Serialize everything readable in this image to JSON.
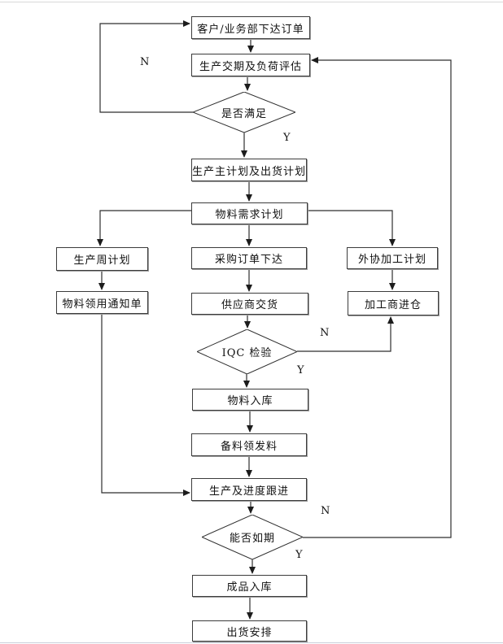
{
  "flow": {
    "nodes": [
      {
        "id": "customer-order",
        "type": "process",
        "label": "客户/业务部下达订单"
      },
      {
        "id": "capacity-eval",
        "type": "process",
        "label": "生产交期及负荷评估"
      },
      {
        "id": "satisfied",
        "type": "decision",
        "label": "是否满足"
      },
      {
        "id": "master-plan",
        "type": "process",
        "label": "生产主计划及出货计划"
      },
      {
        "id": "mrp",
        "type": "process",
        "label": "物料需求计划"
      },
      {
        "id": "weekly-plan",
        "type": "process",
        "label": "生产周计划"
      },
      {
        "id": "purchase-order",
        "type": "process",
        "label": "采购订单下达"
      },
      {
        "id": "outsource-plan",
        "type": "process",
        "label": "外协加工计划"
      },
      {
        "id": "material-notice",
        "type": "process",
        "label": "物料领用通知单"
      },
      {
        "id": "supplier-delivery",
        "type": "process",
        "label": "供应商交货"
      },
      {
        "id": "processor-inbound",
        "type": "process",
        "label": "加工商进仓"
      },
      {
        "id": "iqc-check",
        "type": "decision",
        "label": "IQC 检验"
      },
      {
        "id": "material-inbound",
        "type": "process",
        "label": "物料入库"
      },
      {
        "id": "material-issue",
        "type": "process",
        "label": "备料领发料"
      },
      {
        "id": "production-follow",
        "type": "process",
        "label": "生产及进度跟进"
      },
      {
        "id": "on-schedule",
        "type": "decision",
        "label": "能否如期"
      },
      {
        "id": "finished-inbound",
        "type": "process",
        "label": "成品入库"
      },
      {
        "id": "shipment",
        "type": "process",
        "label": "出货安排"
      }
    ],
    "branch_labels": {
      "satisfied_no": "N",
      "satisfied_yes": "Y",
      "iqc_no": "N",
      "iqc_yes": "Y",
      "schedule_no": "N",
      "schedule_yes": "Y"
    },
    "colors": {
      "line": "#2e2e2e",
      "node_border": "#3c3c3c",
      "node_fill": "#ffffff",
      "page_top_rule": "#d9d9d9",
      "page_bottom_rule": "#c9cfda"
    }
  }
}
